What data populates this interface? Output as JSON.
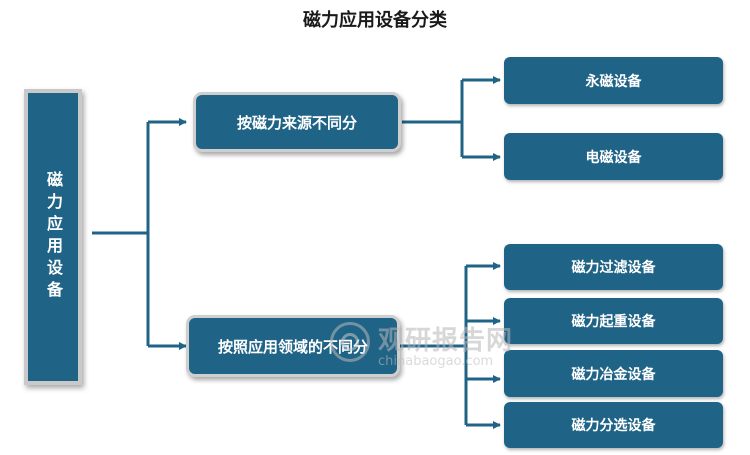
{
  "title": "磁力应用设备分类",
  "root": {
    "label": "磁力应用设备"
  },
  "branches": [
    {
      "label": "按磁力来源不同分",
      "children": [
        "永磁设备",
        "电磁设备"
      ]
    },
    {
      "label": "按照应用领域的不同分",
      "children": [
        "磁力过滤设备",
        "磁力起重设备",
        "磁力冶金设备",
        "磁力分选设备"
      ]
    }
  ],
  "watermark": {
    "cn": "观研报告网",
    "url": "chinabaogao.com"
  },
  "colors": {
    "box_fill": "#1f6386",
    "box_border": "#cfcfcf",
    "arrow": "#1f6386",
    "text": "#ffffff"
  }
}
